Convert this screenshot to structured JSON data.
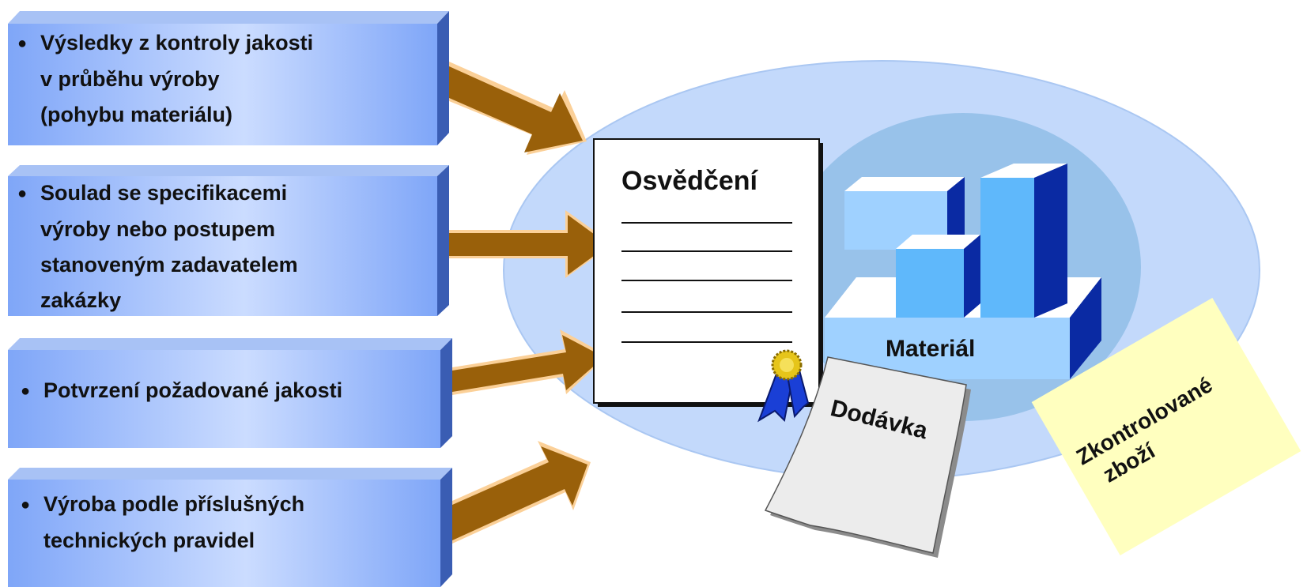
{
  "boxes": [
    {
      "lines": [
        "Výsledky z kontroly jakosti",
        "v průběhu výroby",
        "(pohybu materiálu)"
      ]
    },
    {
      "lines": [
        "Soulad se specifikacemi",
        "výroby nebo postupem",
        "stanoveným zadavatelem",
        "zakázky"
      ]
    },
    {
      "lines": [
        "Potvrzení požadované jakosti"
      ]
    },
    {
      "lines": [
        "Výroba podle příslušných",
        "technických pravidel"
      ]
    }
  ],
  "certificate": {
    "title": "Osvědčení"
  },
  "material": {
    "label": "Materiál"
  },
  "delivery": {
    "label": "Dodávka"
  },
  "note": {
    "lines": [
      "Zkontrolované",
      "zboží"
    ]
  },
  "colors": {
    "box_light": "#cbdcff",
    "box_mid": "#7fa6f8",
    "box_dark": "#3a5db3",
    "arrow_brown": "#99600a",
    "arrow_edge": "#fbd098",
    "ellipse_outer": "#c3d9fb",
    "ellipse_inner": "#98c2ea",
    "block_light": "#9fd1ff",
    "block_dark": "#0a2aa3",
    "note_yellow": "#ffffbf",
    "ribbon_blue": "#1a3fd6",
    "seal_gold": "#e6c51a"
  }
}
